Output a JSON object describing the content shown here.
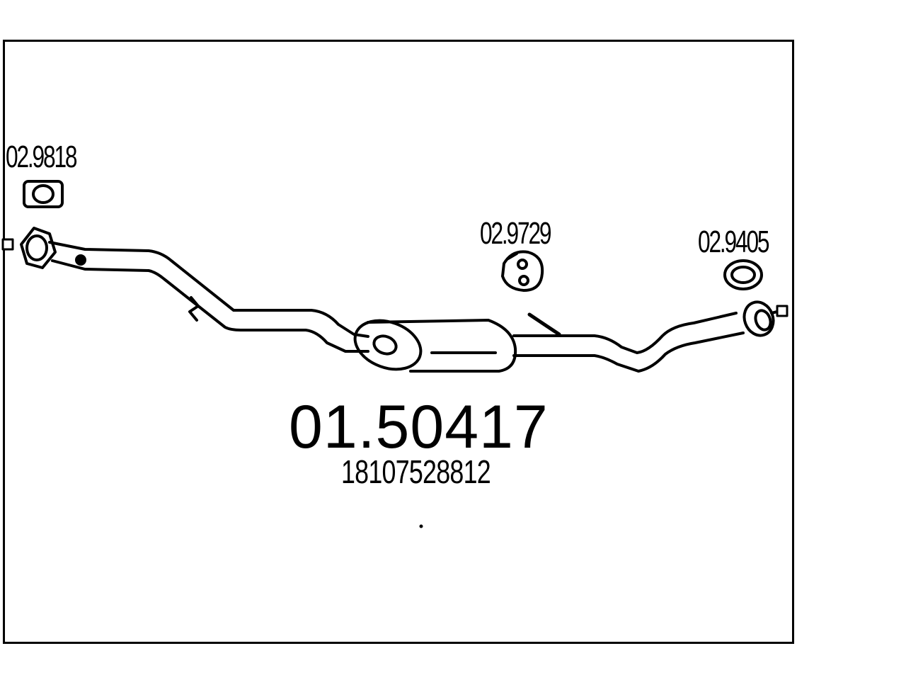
{
  "diagram": {
    "main_part_number": "01.50417",
    "oe_number": "18107528812",
    "parts": [
      {
        "id": "gasket-front",
        "label": "02.9818"
      },
      {
        "id": "rubber-mount",
        "label": "02.9729"
      },
      {
        "id": "seal-ring",
        "label": "02.9405"
      }
    ]
  },
  "colors": {
    "line": "#000000",
    "background": "#ffffff"
  }
}
